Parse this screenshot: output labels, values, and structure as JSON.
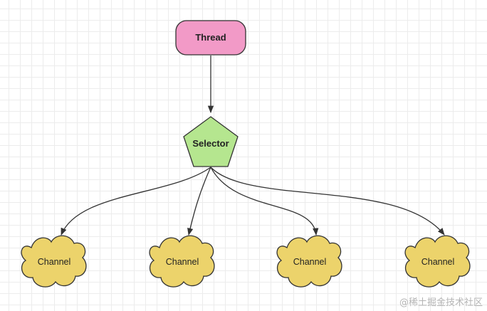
{
  "nodes": {
    "thread": {
      "label": "Thread",
      "color": "#f29ac7"
    },
    "selector": {
      "label": "Selector",
      "color": "#b5e68f"
    },
    "channels": [
      {
        "label": "Channel"
      },
      {
        "label": "Channel"
      },
      {
        "label": "Channel"
      },
      {
        "label": "Channel"
      }
    ],
    "channel_color": "#ecd36b"
  },
  "watermark": "@稀土掘金技术社区"
}
